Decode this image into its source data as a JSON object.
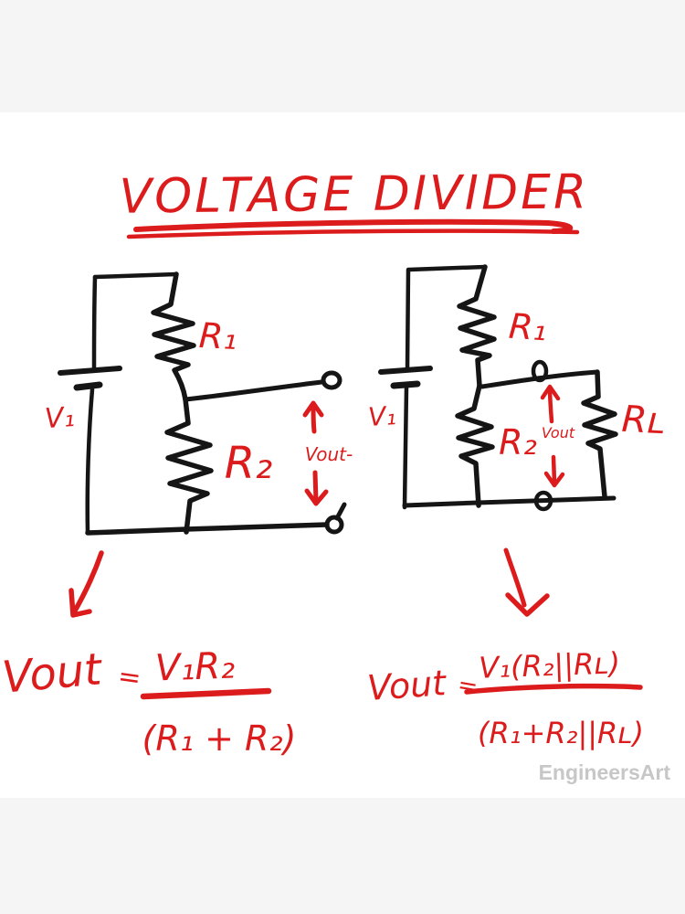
{
  "colors": {
    "ink_red": "#dc1c1c",
    "ink_black": "#151515",
    "page_background": "#f5f5f5",
    "card_background": "#ffffff",
    "watermark_gray": "#c7c7c7"
  },
  "title": {
    "text": "VOLTAGE DIVIDER"
  },
  "watermark": {
    "text": "EngineersArt"
  },
  "circuit_left": {
    "description": "unloaded voltage divider",
    "source_label": "V₁",
    "r1_label": "R₁",
    "r2_label": "R₂",
    "vout_label": "Vout-"
  },
  "circuit_right": {
    "description": "voltage divider with load resistor",
    "source_label": "V₁",
    "r1_label": "R₁",
    "r2_label": "R₂",
    "vout_label": "Vout",
    "rl_label": "Rʟ"
  },
  "formula_left": {
    "lhs": "Vout",
    "equals": "=",
    "numerator": "V₁R₂",
    "denominator": "(R₁ + R₂)"
  },
  "formula_right": {
    "lhs": "Vout",
    "equals": "=",
    "numerator": "V₁(R₂||Rʟ)",
    "denominator": "(R₁+R₂||Rʟ)"
  }
}
